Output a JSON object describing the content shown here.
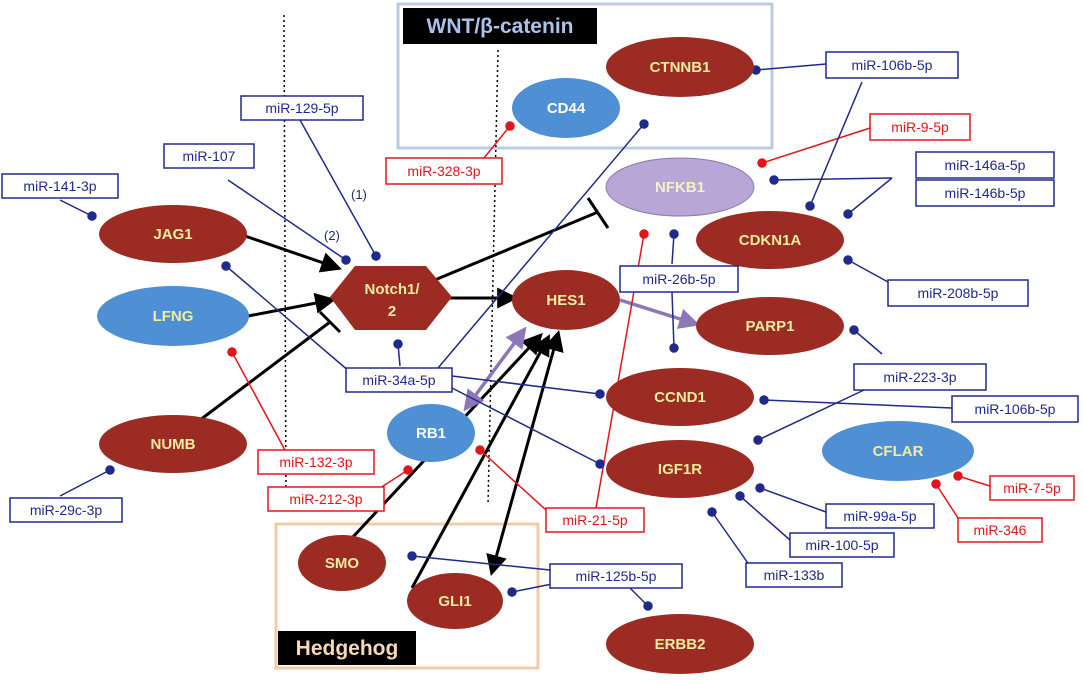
{
  "pathways": {
    "wnt": "WNT/β-catenin",
    "hedgehog": "Hedgehog"
  },
  "annotations": {
    "one": "(1)",
    "two": "(2)"
  },
  "nodes": {
    "ctnnb1": "CTNNB1",
    "cd44": "CD44",
    "nfkb1": "NFKB1",
    "jag1": "JAG1",
    "cdkn1a": "CDKN1A",
    "notch": "Notch1/",
    "notch_line2": "2",
    "hes1": "HES1",
    "lfng": "LFNG",
    "parp1": "PARP1",
    "ccnd1": "CCND1",
    "numb": "NUMB",
    "rb1": "RB1",
    "igf1r": "IGF1R",
    "cflar": "CFLAR",
    "smo": "SMO",
    "gli1": "GLI1",
    "erbb2": "ERBB2"
  },
  "mirnas": {
    "mir106b_top": "miR-106b-5p",
    "mir129": "miR-129-5p",
    "mir9": "miR-9-5p",
    "mir107": "miR-107",
    "mir328": "miR-328-3p",
    "mir146a": "miR-146a-5p",
    "mir141": "miR-141-3p",
    "mir146b": "miR-146b-5p",
    "mir26b": "miR-26b-5p",
    "mir208b": "miR-208b-5p",
    "mir223": "miR-223-3p",
    "mir34a": "miR-34a-5p",
    "mir106b_right": "miR-106b-5p",
    "mir132": "miR-132-3p",
    "mir212": "miR-212-3p",
    "mir29c": "miR-29c-3p",
    "mir21": "miR-21-5p",
    "mir99a": "miR-99a-5p",
    "mir7": "miR-7-5p",
    "mir100": "miR-100-5p",
    "mir346": "miR-346",
    "mir125b": "miR-125b-5p",
    "mir133b": "miR-133b"
  },
  "colors": {
    "node_red": "#9b2b23",
    "node_blue": "#4f8fd4",
    "node_lavender": "#b9a6d6",
    "text_yellow": "#f1eda0",
    "mirna_blue": "#1f2a8a",
    "mirna_red": "#e3151a",
    "arrow_purple": "#8c78b8",
    "wnt_border": "#b8cce4",
    "hedgehog_border": "#f4c9a6"
  }
}
